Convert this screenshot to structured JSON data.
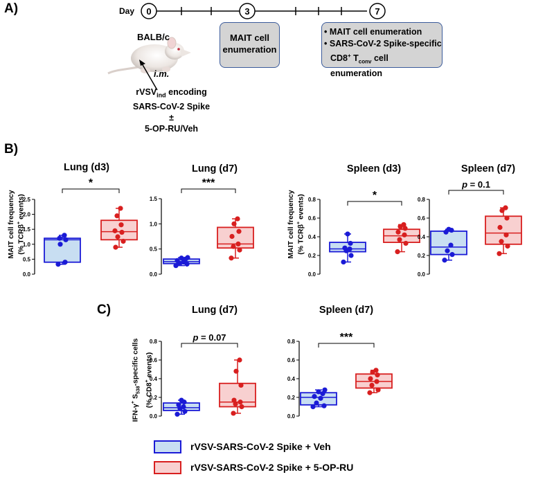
{
  "panel_a": {
    "letter": "A)",
    "day_label": "Day",
    "day_markers": [
      "0",
      "3",
      "7"
    ],
    "mouse_strain": "BALB/c",
    "route": "i.m.",
    "treatment": {
      "line1_main": "rVSV",
      "line1_sub": "ind",
      "line1_rest": " encoding",
      "line2": "SARS-CoV-2 Spike",
      "line3": "±",
      "line4": "5-OP-RU/Veh"
    },
    "box_day3": {
      "line1": "MAIT cell",
      "line2": "enumeration"
    },
    "box_day7": {
      "bullet1": "MAIT cell enumeration",
      "bullet2": "SARS-CoV-2 Spike-specific",
      "bullet3_main": "CD8",
      "bullet3_sup": "+",
      "bullet3_mid": " T",
      "bullet3_sub": "conv",
      "bullet3_rest": " cell enumeration",
      "bullet_char": "•"
    }
  },
  "panel_b": {
    "letter": "B)",
    "ylabel_line1": "MAIT cell frequency",
    "ylabel_line2_pre": "(% TCRβ",
    "ylabel_line2_sup": "+",
    "ylabel_line2_post": " events)"
  },
  "panel_c": {
    "letter": "C)",
    "ylabel_line1_pre": "IFN-γ",
    "ylabel_line1_sup": "+",
    "ylabel_line1_mid": " S",
    "ylabel_line1_sub": "538",
    "ylabel_line1_post": "-specific cells",
    "ylabel_line2_pre": "(% CD8",
    "ylabel_line2_sup": "+",
    "ylabel_line2_post": " events)"
  },
  "legend": {
    "veh": "rVSV-SARS-CoV-2 Spike + Veh",
    "oprU": "rVSV-SARS-CoV-2 Spike + 5-OP-RU"
  },
  "colors": {
    "veh_stroke": "#1a1ad6",
    "veh_fill": "#c8def2",
    "oprU_stroke": "#d81f1f",
    "oprU_fill": "#f8d0d0",
    "box_fill": "#d4d4d4",
    "box_border": "#3a5a9a"
  },
  "chart_data": [
    {
      "type": "box",
      "title": "Lung (d3)",
      "ylim": [
        0,
        2.5
      ],
      "yticks": [
        "0.0",
        "0.5",
        "1.0",
        "1.5",
        "2.0",
        "2.5"
      ],
      "significance": "*",
      "series": [
        {
          "name": "rVSV-SARS-CoV-2 Spike + Veh",
          "min": 0.33,
          "q1": 0.4,
          "median": 1.15,
          "q3": 1.2,
          "max": 1.3,
          "points": [
            0.33,
            0.4,
            1.0,
            1.15,
            1.2,
            1.3
          ]
        },
        {
          "name": "rVSV-SARS-CoV-2 Spike + 5-OP-RU",
          "min": 0.9,
          "q1": 1.15,
          "median": 1.42,
          "q3": 1.8,
          "max": 2.2,
          "points": [
            0.9,
            1.1,
            1.25,
            1.4,
            1.45,
            1.65,
            1.95,
            2.2
          ]
        }
      ]
    },
    {
      "type": "box",
      "title": "Lung (d7)",
      "ylim": [
        0,
        1.5
      ],
      "yticks": [
        "0.0",
        "0.5",
        "1.0",
        "1.5"
      ],
      "significance": "***",
      "series": [
        {
          "name": "rVSV-SARS-CoV-2 Spike + Veh",
          "min": 0.17,
          "q1": 0.21,
          "median": 0.25,
          "q3": 0.3,
          "max": 0.33,
          "points": [
            0.17,
            0.2,
            0.22,
            0.24,
            0.27,
            0.3,
            0.32,
            0.33
          ]
        },
        {
          "name": "rVSV-SARS-CoV-2 Spike + 5-OP-RU",
          "min": 0.32,
          "q1": 0.52,
          "median": 0.6,
          "q3": 0.93,
          "max": 1.1,
          "points": [
            0.32,
            0.48,
            0.55,
            0.6,
            0.75,
            0.85,
            1.0,
            1.1
          ]
        }
      ]
    },
    {
      "type": "box",
      "title": "Spleen (d3)",
      "ylim": [
        0,
        0.8
      ],
      "yticks": [
        "0.0",
        "0.2",
        "0.4",
        "0.6",
        "0.8"
      ],
      "significance": "*",
      "series": [
        {
          "name": "rVSV-SARS-CoV-2 Spike + Veh",
          "min": 0.13,
          "q1": 0.24,
          "median": 0.27,
          "q3": 0.34,
          "max": 0.43,
          "points": [
            0.13,
            0.2,
            0.25,
            0.27,
            0.28,
            0.33,
            0.43
          ]
        },
        {
          "name": "rVSV-SARS-CoV-2 Spike + 5-OP-RU",
          "min": 0.24,
          "q1": 0.34,
          "median": 0.41,
          "q3": 0.48,
          "max": 0.53,
          "points": [
            0.24,
            0.33,
            0.37,
            0.42,
            0.45,
            0.49,
            0.51,
            0.53
          ]
        }
      ]
    },
    {
      "type": "box",
      "title": "Spleen (d7)",
      "ylim": [
        0,
        0.8
      ],
      "yticks": [
        "0.0",
        "0.2",
        "0.4",
        "0.6",
        "0.8"
      ],
      "significance_pre": "p",
      "significance": " = 0.1",
      "series": [
        {
          "name": "rVSV-SARS-CoV-2 Spike + Veh",
          "min": 0.15,
          "q1": 0.21,
          "median": 0.29,
          "q3": 0.46,
          "max": 0.48,
          "points": [
            0.15,
            0.21,
            0.25,
            0.31,
            0.45,
            0.47,
            0.48
          ]
        },
        {
          "name": "rVSV-SARS-CoV-2 Spike + 5-OP-RU",
          "min": 0.22,
          "q1": 0.32,
          "median": 0.44,
          "q3": 0.62,
          "max": 0.71,
          "points": [
            0.22,
            0.3,
            0.35,
            0.42,
            0.5,
            0.6,
            0.68,
            0.71
          ]
        }
      ]
    },
    {
      "type": "box",
      "title": "Lung (d7)",
      "ylim": [
        0,
        0.8
      ],
      "yticks": [
        "0.0",
        "0.2",
        "0.4",
        "0.6",
        "0.8"
      ],
      "significance_pre": "p",
      "significance": " = 0.07",
      "series": [
        {
          "name": "rVSV-SARS-CoV-2 Spike + Veh",
          "min": 0.02,
          "q1": 0.06,
          "median": 0.09,
          "q3": 0.14,
          "max": 0.17,
          "points": [
            0.02,
            0.05,
            0.08,
            0.1,
            0.12,
            0.15,
            0.17
          ]
        },
        {
          "name": "rVSV-SARS-CoV-2 Spike + 5-OP-RU",
          "min": 0.03,
          "q1": 0.1,
          "median": 0.15,
          "q3": 0.35,
          "max": 0.6,
          "points": [
            0.03,
            0.1,
            0.13,
            0.15,
            0.17,
            0.33,
            0.48,
            0.6
          ]
        }
      ]
    },
    {
      "type": "box",
      "title": "Spleen (d7)",
      "ylim": [
        0,
        0.8
      ],
      "yticks": [
        "0.0",
        "0.2",
        "0.4",
        "0.6",
        "0.8"
      ],
      "significance": "***",
      "series": [
        {
          "name": "rVSV-SARS-CoV-2 Spike + Veh",
          "min": 0.1,
          "q1": 0.12,
          "median": 0.2,
          "q3": 0.25,
          "max": 0.28,
          "points": [
            0.1,
            0.11,
            0.14,
            0.19,
            0.21,
            0.24,
            0.26,
            0.28
          ]
        },
        {
          "name": "rVSV-SARS-CoV-2 Spike + 5-OP-RU",
          "min": 0.25,
          "q1": 0.3,
          "median": 0.37,
          "q3": 0.45,
          "max": 0.49,
          "points": [
            0.25,
            0.28,
            0.33,
            0.37,
            0.4,
            0.44,
            0.47,
            0.49
          ]
        }
      ]
    }
  ]
}
